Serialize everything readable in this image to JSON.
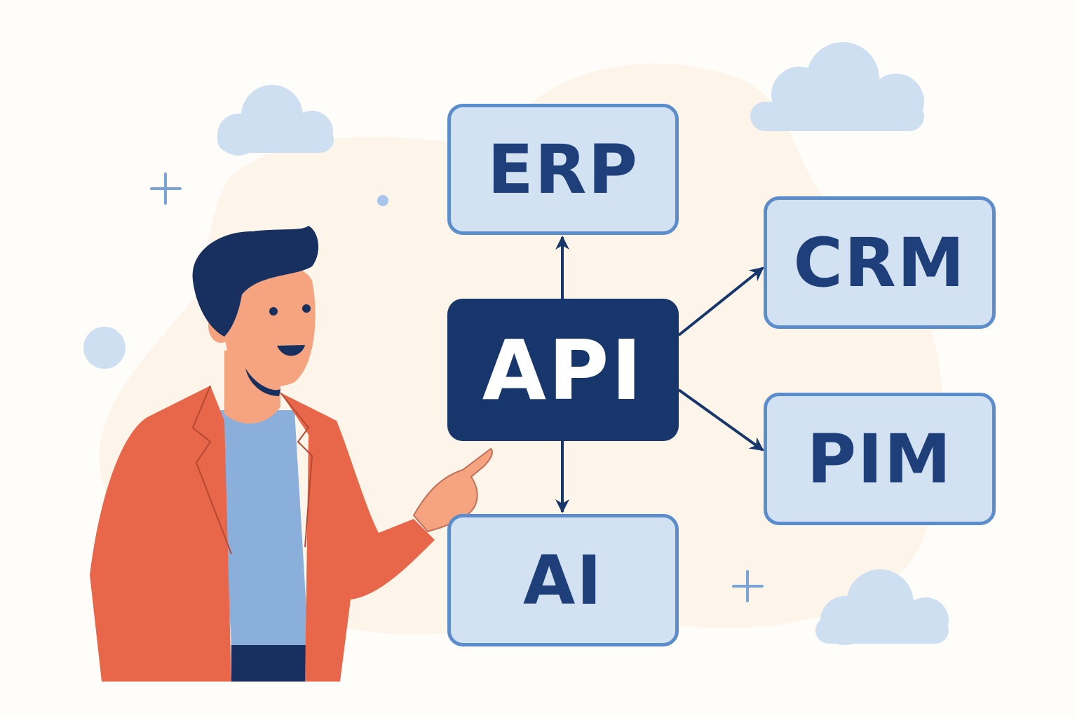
{
  "diagram": {
    "center": {
      "label": "API"
    },
    "nodes": [
      {
        "id": "erp",
        "label": "ERP"
      },
      {
        "id": "crm",
        "label": "CRM"
      },
      {
        "id": "pim",
        "label": "PIM"
      },
      {
        "id": "ai",
        "label": "AI"
      }
    ],
    "edges": [
      {
        "from": "API",
        "to": "ERP"
      },
      {
        "from": "API",
        "to": "CRM"
      },
      {
        "from": "API",
        "to": "PIM"
      },
      {
        "from": "API",
        "to": "AI"
      }
    ]
  },
  "colors": {
    "center_fill": "#17366b",
    "node_fill": "#d3e2f3",
    "node_border": "#5b8ccc",
    "node_text": "#1e3f7a",
    "jacket": "#e8674a",
    "shirt": "#8aafdb",
    "skin": "#f6a47f",
    "cloud": "#cfdff2"
  }
}
